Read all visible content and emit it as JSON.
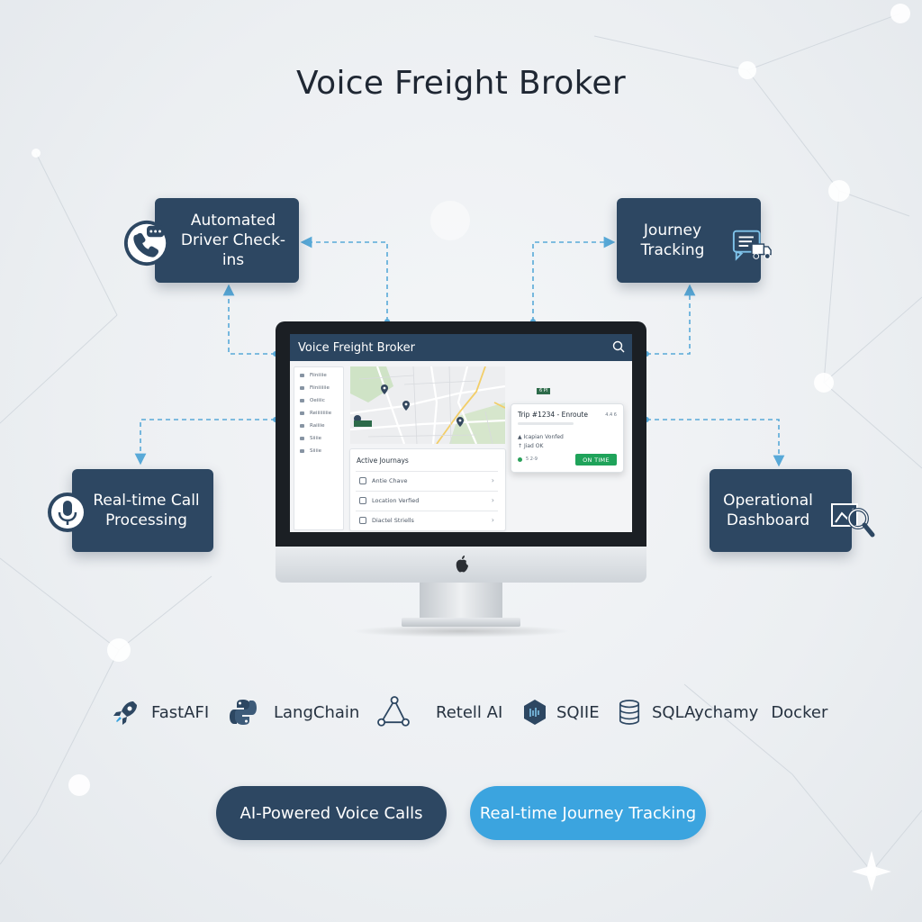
{
  "title": "Voice Freight Broker",
  "features": {
    "checkins": "Automated Driver Check-ins",
    "tracking": "Journey Tracking",
    "call_processing": "Real-time Call Processing",
    "dashboard": "Operational Dashboard"
  },
  "app": {
    "title": "Voice Freight Broker",
    "sidebar": [
      "Fiiniiiie",
      "Fiiniiiiiie",
      "Oeiiiic",
      "Reiiiiiiiiie",
      "Raiiiie",
      "Siiiie",
      "Siiiie"
    ],
    "map_chip": "6 Pl",
    "journeys_header": "Active Journays",
    "journeys": [
      "Antie Chave",
      "Location Verfied",
      "Diactel Striells"
    ],
    "trip": {
      "title": "Trip #1234 - Enroute",
      "rating": "4.4 6",
      "line1": "Icapian Vonfed",
      "line2": "Jiad OK",
      "ref": "5 2-9",
      "status": "ON TIME"
    }
  },
  "tech_stack": [
    "FastAFI",
    "LangChain",
    "Retell AI",
    "SQIIE",
    "SQLAychamy",
    "Docker"
  ],
  "pills": {
    "voice": "AI-Powered Voice Calls",
    "journey": "Real-time Journey Tracking"
  },
  "colors": {
    "navy": "#2d4762",
    "accent_blue": "#3ba4df",
    "connector": "#58a9d8",
    "status_green": "#1fa35a"
  }
}
